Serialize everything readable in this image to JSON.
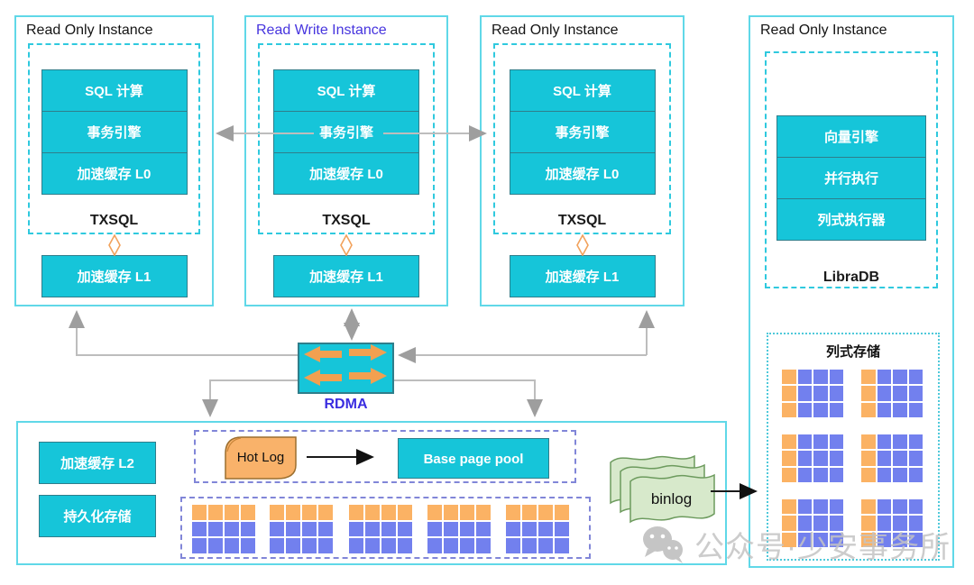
{
  "instances": [
    {
      "title": "Read Only Instance",
      "layers": [
        "SQL 计算",
        "事务引擎",
        "加速缓存 L0"
      ],
      "engine": "TXSQL",
      "l1_cache": "加速缓存 L1"
    },
    {
      "title": "Read Write Instance",
      "layers": [
        "SQL 计算",
        "事务引擎",
        "加速缓存 L0"
      ],
      "engine": "TXSQL",
      "l1_cache": "加速缓存 L1"
    },
    {
      "title": "Read Only Instance",
      "layers": [
        "SQL 计算",
        "事务引擎",
        "加速缓存 L0"
      ],
      "engine": "TXSQL",
      "l1_cache": "加速缓存 L1"
    }
  ],
  "htap_instance": {
    "title": "Read Only Instance",
    "layers": [
      "向量引擎",
      "并行执行",
      "列式执行器"
    ],
    "engine": "LibraDB",
    "columnar_storage_label": "列式存储"
  },
  "rdma_label": "RDMA",
  "storage_layer": {
    "l2_cache": "加速缓存 L2",
    "persistent": "持久化存储",
    "hot_log": "Hot Log",
    "base_page_pool": "Base page pool",
    "binlog": "binlog"
  },
  "watermark": {
    "text": "公众号·少安事务所"
  },
  "colors": {
    "teal_fill": "#16c5d9",
    "teal_border": "#2f7e8b",
    "cyan_border": "#60d8e8",
    "cyan_dashed": "#2fc9de",
    "purple_dashed": "#8186d8",
    "indigo_text": "#4634de",
    "orange_arrow": "#f2a050",
    "grid_orange": "#fbb264",
    "grid_blue": "#7280ee",
    "green_fill": "#d7e9cb",
    "green_border": "#6d9b5e",
    "gray_line": "#bdbdbd",
    "watermark_gray": "#c4c4c4"
  }
}
